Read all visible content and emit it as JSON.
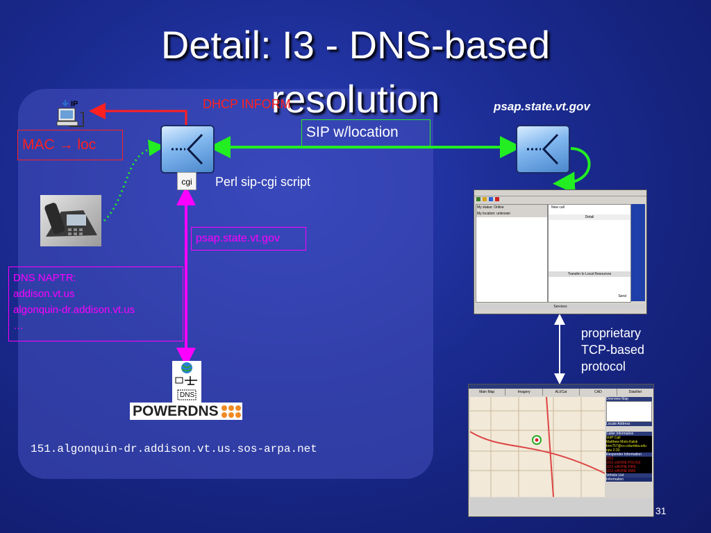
{
  "slide": {
    "title_line1": "Detail: I3 - DNS-based",
    "title_line2": "resolution",
    "page_number": "31"
  },
  "labels": {
    "dhcp_inform": "DHCP INFORM",
    "mac_loc": "MAC → loc",
    "sip_location": "SIP w/location",
    "psap_host": "psap.state.vt.gov",
    "perl_script": "Perl sip-cgi script",
    "psap_query": "psap.state.vt.gov",
    "dns_naptr_lines": [
      "DNS NAPTR:",
      "addison.vt.us",
      "algonquin-dr.addison.vt.us",
      "…"
    ],
    "powerdns": "POWERDNS",
    "dns_icon_text": "DNS",
    "fqdn": "151.algonquin-dr.addison.vt.us.sos-arpa.net",
    "proprietary_lines": [
      "proprietary",
      "TCP-based",
      "protocol"
    ],
    "ip_icon_text": "IP",
    "cgi_icon_text": "cgi"
  },
  "colors": {
    "background": "#1a2a8f",
    "panel": "#4650be",
    "red": "#ff2020",
    "green": "#22ee22",
    "magenta": "#ff00ff",
    "white": "#ffffff"
  },
  "screenshots": {
    "call_window": {
      "my_status_label": "My status:",
      "my_status_value": "Online",
      "my_location_label": "My location:",
      "my_location_value": "unknown",
      "new_call": "New call",
      "detail": "Detail",
      "transfer": "Transfer to Local Resources",
      "services": "Services",
      "send": "Send"
    },
    "map_window": {
      "tabs": [
        "Main Map",
        "Imagery",
        "ALI/Cat",
        "CAD",
        "DataNet"
      ],
      "overview_map": "Overview Map",
      "locate_address": "Locate Address",
      "caller_information": "Caller Information",
      "caller_lines": [
        "VoIP Call",
        "Matthew Moto-Kalsk",
        "tmn757@cs.columbia.edu",
        "opu 2:33"
      ],
      "responder_information": "Responder Information",
      "responder_lines": [
        "1911",
        "1911 wSONE POLICE",
        "1911 wNONE FIRE",
        "1911 wNONE EMS"
      ],
      "vehicle_list": "Vehicle List",
      "information": "Information"
    }
  }
}
